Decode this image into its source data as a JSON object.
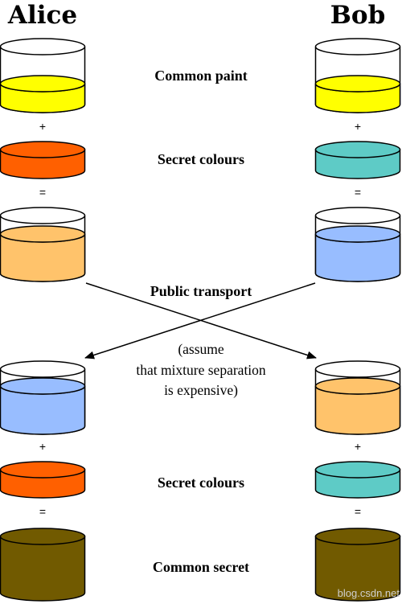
{
  "names": {
    "left": "Alice",
    "right": "Bob"
  },
  "labels": {
    "common_paint": "Common paint",
    "secret_colours_1": "Secret colours",
    "public_transport": "Public transport",
    "note_line_1": "(assume",
    "note_line_2": "that mixture separation",
    "note_line_3": "is expensive)",
    "secret_colours_2": "Secret colours",
    "common_secret": "Common secret"
  },
  "operators": {
    "plus": "+",
    "equals": "="
  },
  "watermark": "blog.csdn.net",
  "colors": {
    "common_paint": "#ffff00",
    "alice_secret": "#ff6000",
    "bob_secret": "#5ecbc6",
    "alice_mixture": "#ffc36b",
    "bob_mixture": "#98bdff",
    "common_secret": "#715a00"
  }
}
